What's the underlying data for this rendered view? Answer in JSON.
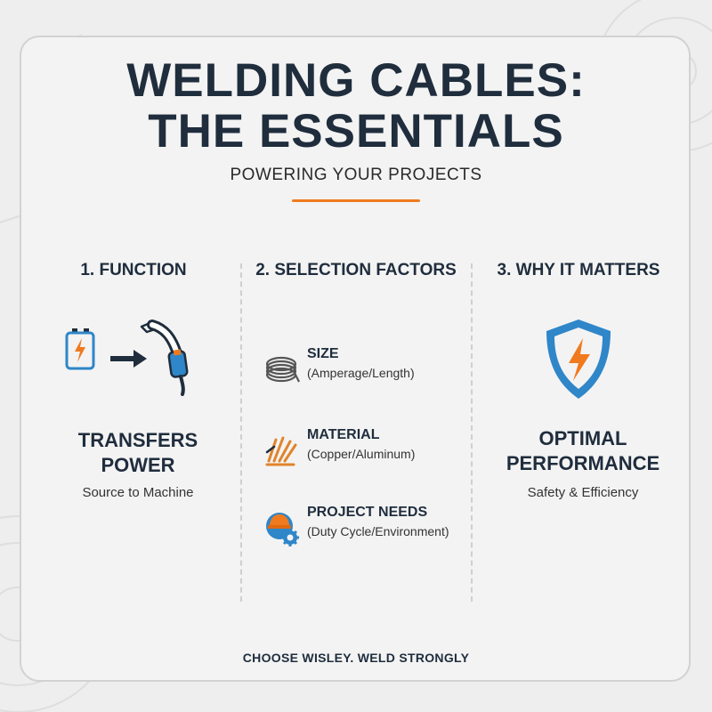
{
  "title": {
    "line1": "WELDING CABLES:",
    "line2": "THE ESSENTIALS"
  },
  "subtitle": "POWERING YOUR PROJECTS",
  "columns": [
    {
      "heading": "1. FUNCTION",
      "main_line1": "TRANSFERS",
      "main_line2": "POWER",
      "detail": "Source to Machine",
      "icons": [
        "battery-icon",
        "arrow-right-icon",
        "welding-torch-icon"
      ]
    },
    {
      "heading": "2. SELECTION FACTORS",
      "factors": [
        {
          "name": "SIZE",
          "detail": "(Amperage/Length)",
          "icon": "cable-coil-icon"
        },
        {
          "name": "MATERIAL",
          "detail": "(Copper/Aluminum)",
          "icon": "copper-strands-icon"
        },
        {
          "name": "PROJECT NEEDS",
          "detail": "(Duty Cycle/Environment)",
          "icon": "hardhat-gear-icon"
        }
      ]
    },
    {
      "heading": "3. WHY IT MATTERS",
      "main_line1": "OPTIMAL",
      "main_line2": "PERFORMANCE",
      "detail": "Safety & Efficiency",
      "icons": [
        "shield-bolt-icon"
      ]
    }
  ],
  "footer": "CHOOSE WISLEY. WELD STRONGLY",
  "colors": {
    "navy": "#1f2d3d",
    "orange": "#f07a1e",
    "blue": "#2f86c8",
    "background": "#eeeeee"
  }
}
